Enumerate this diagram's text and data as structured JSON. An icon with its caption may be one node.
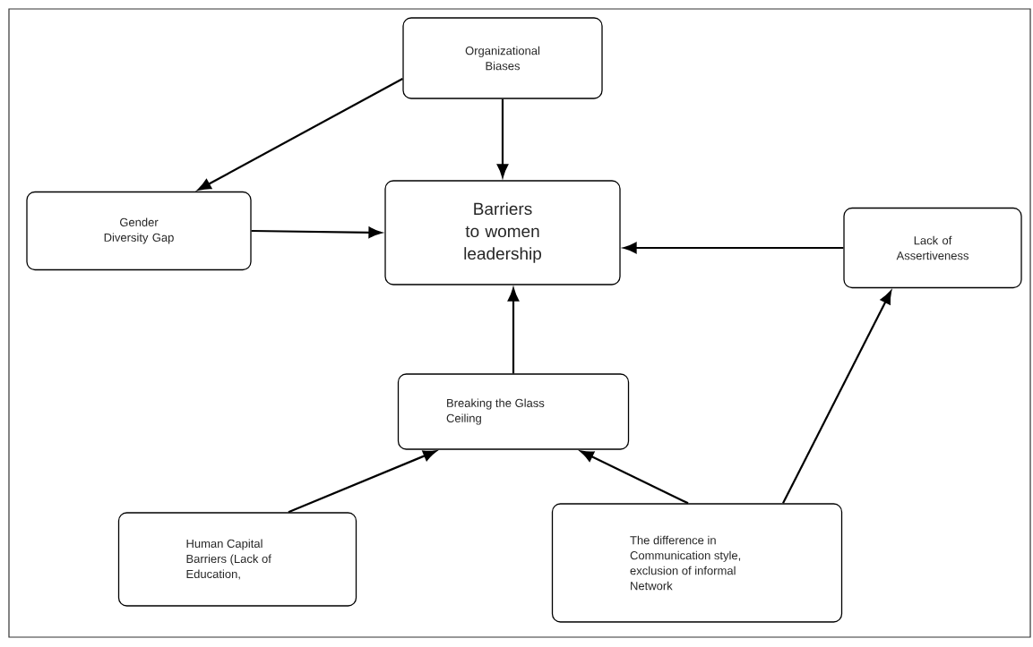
{
  "diagram": {
    "nodes": [
      {
        "text": [
          "Organizational Biases"
        ]
      },
      {
        "text": [
          "Gender Diversity Gap"
        ]
      },
      {
        "text": [
          "Barriers to women leadership"
        ]
      },
      {
        "text": [
          "Lack of Assertiveness"
        ]
      },
      {
        "text": [
          "Breaking the Glass Ceiling"
        ]
      },
      {
        "text": [
          "Human Capital Barriers (Lack of Education,"
        ]
      },
      {
        "text": [
          "The difference in Communication style, exclusion of informal Network"
        ]
      }
    ],
    "edges": [
      {
        "from": 0,
        "to": 1,
        "arrow": "to"
      },
      {
        "from": 0,
        "to": 2,
        "arrow": "to"
      },
      {
        "from": 1,
        "to": 2,
        "arrow": "to"
      },
      {
        "from": 3,
        "to": 2,
        "arrow": "to"
      },
      {
        "from": 4,
        "to": 2,
        "arrow": "to"
      },
      {
        "from": 5,
        "to": 4,
        "arrow": "to"
      },
      {
        "from": 6,
        "to": 4,
        "arrow": "to"
      },
      {
        "from": 6,
        "to": 3,
        "arrow": "to"
      }
    ]
  }
}
